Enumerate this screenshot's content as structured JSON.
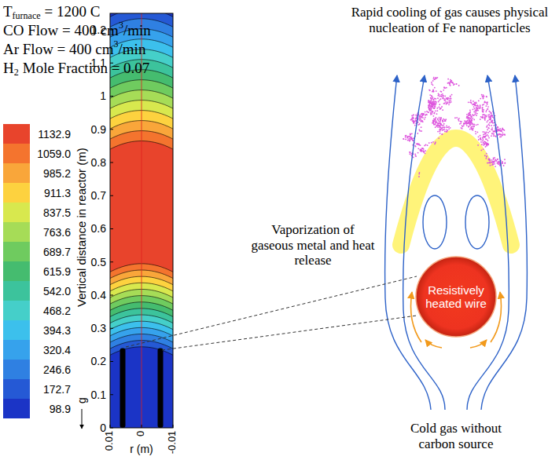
{
  "diagram": {
    "nodes": [
      {
        "text": [
          "Resistively heated wire"
        ]
      }
    ],
    "labels": [
      "T",
      "furnace",
      "= 1200 C",
      "CO Flow = 400 cm",
      "3",
      "/min",
      "Ar Flow = 400 cm",
      "3",
      "/min",
      "H",
      "2",
      "Mole Fraction = 0.07",
      "Rapid cooling of gas causes physical nucleation of Fe nanoparticles",
      "1.2",
      "1.1",
      "1",
      "0.9",
      "0.8",
      "0.7",
      "0.6",
      "0.5",
      "0.4",
      "0.3",
      "0.2",
      "0.1",
      "0",
      "Vertical distance in reactor (m)",
      "Vaporization of gaseous metal and heat release",
      "g",
      "0.01",
      "0",
      "-0.01",
      "r (m)",
      "Cold gas without carbon source"
    ],
    "legend": [
      {
        "text": "1132.9",
        "color": "#e8442c"
      },
      {
        "text": "1059.0",
        "color": "#f4742e"
      },
      {
        "text": "985.2",
        "color": "#f9a63a"
      },
      {
        "text": "911.3",
        "color": "#fdd23f"
      },
      {
        "text": "837.5",
        "color": "#d8e84e"
      },
      {
        "text": "763.6",
        "color": "#a6dc57"
      },
      {
        "text": "689.7",
        "color": "#6fcb5f"
      },
      {
        "text": "615.9",
        "color": "#45bc6f"
      },
      {
        "text": "542.0",
        "color": "#3cc39c"
      },
      {
        "text": "468.2",
        "color": "#45cfc9"
      },
      {
        "text": "394.3",
        "color": "#3cc0ec"
      },
      {
        "text": "320.4",
        "color": "#36a2ec"
      },
      {
        "text": "246.6",
        "color": "#2f80e2"
      },
      {
        "text": "172.7",
        "color": "#2559d5"
      },
      {
        "text": "98.9",
        "color": "#1b34c6"
      }
    ]
  }
}
